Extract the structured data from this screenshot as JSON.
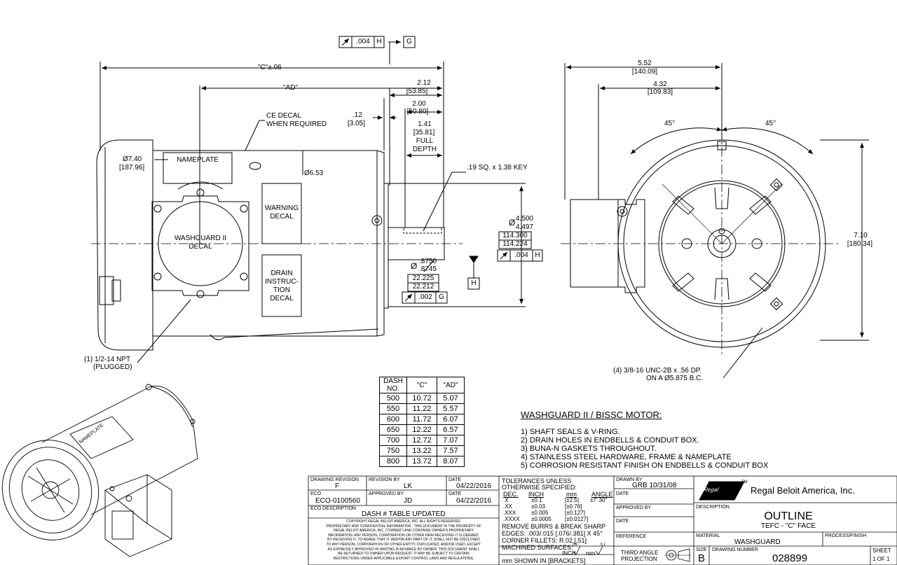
{
  "dims": {
    "c_overall": "\"C\"±.06",
    "ad": "\"AD\"",
    "d212": "2.12",
    "d212mm": "[53.85]",
    "d200": "2.00",
    "d200mm": "[50.80]",
    "d12": ".12",
    "d12mm": "[3.05]",
    "d141": "1.41",
    "d141mm": "[35.81]",
    "full": "FULL",
    "depth": "DEPTH",
    "dia740": "Ø7.40",
    "dia740mm": "[187.96]",
    "dia653": "Ø6.53",
    "key": ".19 SQ. x 1.38 KEY",
    "shaft_dia_sym": "Ø",
    "shaft_hi": ".8750",
    "shaft_lo": ".8745",
    "shaft_mm_hi": "22.225",
    "shaft_mm_lo": "22.212",
    "pilot_sym": "Ø",
    "pilot_hi": "4.500",
    "pilot_lo": "4.497",
    "pilot_mm_hi": "114.300",
    "pilot_mm_lo": "114.224",
    "d552": "5.52",
    "d552mm": "[140.09]",
    "d432": "4.32",
    "d432mm": "[109.83]",
    "a45l": "45°",
    "a45r": "45°",
    "d710": "7.10",
    "d710mm": "[180.34]"
  },
  "gdt": {
    "top_val": ".004",
    "top_ref": "H",
    "top_datum": "G",
    "mid_val": ".004",
    "mid_ref": "H",
    "low_val": ".002",
    "low_ref": "G",
    "datum_h": "H"
  },
  "labels": {
    "ce_decal_1": "CE DECAL",
    "ce_decal_2": "WHEN REQUIRED",
    "nameplate": "NAMEPLATE",
    "warning_1": "WARNING",
    "warning_2": "DECAL",
    "washguard_1": "WASHGUARD II",
    "washguard_2": "DECAL",
    "drain_1": "DRAIN",
    "drain_2": "INSTRUC-",
    "drain_3": "TION",
    "drain_4": "DECAL",
    "npt_1": "(1) 1/2-14 NPT",
    "npt_2": "(PLUGGED)",
    "holes_1": "(4) 3/8-16 UNC-2B x .56 DP.",
    "holes_2": "ON A Ø5.875 B.C.",
    "iso_nameplate": "NAMEPLATE"
  },
  "dash_table": {
    "headers": [
      "DASH NO.",
      "\"C\"",
      "\"AD\""
    ],
    "rows": [
      [
        "500",
        "10.72",
        "5.07"
      ],
      [
        "550",
        "11.22",
        "5.57"
      ],
      [
        "600",
        "11.72",
        "6.07"
      ],
      [
        "650",
        "12.22",
        "6.57"
      ],
      [
        "700",
        "12.72",
        "7.07"
      ],
      [
        "750",
        "13.22",
        "7.57"
      ],
      [
        "800",
        "13.72",
        "8.07"
      ]
    ]
  },
  "notes": {
    "title": "WASHGUARD II / BISSC MOTOR:",
    "items": [
      "1) SHAFT SEALS & V-RING.",
      "2) DRAIN HOLES IN ENDBELLS & CONDUIT BOX.",
      "3) BUNA-N GASKETS THROUGHOUT.",
      "4) STAINLESS STEEL HARDWARE, FRAME & NAMEPLATE",
      "5) CORROSION RESISTANT FINISH ON ENDBELLS & CONDUIT BOX"
    ]
  },
  "title_block": {
    "drawing_revision_label": "DRAWING REVISION",
    "drawing_revision": "F",
    "revision_by_label": "REVISION BY",
    "revision_by": "LK",
    "date_label": "DATE",
    "date1": "04/22/2016",
    "eco_label": "ECO",
    "eco": "ECO-0100560",
    "approved_by_label": "APPROVED BY",
    "approved_by": "JD",
    "date2": "04/22/2016",
    "eco_desc_label": "ECO DESCRIPTION",
    "eco_desc": "DASH # TABLE UPDATED",
    "legal": [
      "COPYRIGHT REGAL BELOIT AMERICA, INC. ALL RIGHTS RESERVED.",
      "PROPRIETARY AND CONFIDENTIAL INFORMATION - THIS DOCUMENT IS THE PROPERTY OF",
      "REGAL BELOIT AMERICA, INC. (\"OWNER\") AND CONTAINS OWNER'S PROPRIETARY",
      "INFORMATION. ANY PERSON, CORPORATION OR OTHER FIRM RECEIVING IT IS DEEMED,",
      "BY RECEIVING IT, TO AGREE THAT IT, AND/OR ANY PART OF IT, SHALL NOT BE DISCLOSED",
      "TO ANY PERSON, CORPORATION OR OTHER ENTITY, DUPLICATED, AND/OR USED, EXCEPT",
      "AS EXPRESSLY APPROVED IN WRITING IN ADVANCE BY OWNER. THIS DOCUMENT SHALL",
      "BE RETURNED TO OWNER UPON REQUEST. IT MAY BE SUBJECT TO CERTAIN",
      "RESTRICTIONS UNDER APPLICABLE EXPORT CONTROL LAWS AND REGULATIONS."
    ],
    "tol_1": "TOLERANCES UNLESS",
    "tol_2": "OTHERWISE SPECIFIED:",
    "tol_dec": "DEC.",
    "tol_inch": "INCH",
    "tol_mm": "mm",
    "tol_angle": "ANGLE",
    "tol_angle_val": "±7' 30\"",
    "tol_rows": [
      [
        ".X",
        "±0.1",
        "[±2.5]"
      ],
      [
        ".XX",
        "±0.03",
        "[±0.76]"
      ],
      [
        ".XXX",
        "±0.005",
        "[±0.127]"
      ],
      [
        ".XXXX",
        "±0.0005",
        "[±0.0127]"
      ]
    ],
    "burrs": "REMOVE BURRS & BREAK SHARP",
    "edges": "EDGES: .003/.015 [.076/.381] X 45°",
    "fillets": "CORNER FILLETS: R.02 [.51]",
    "machined": "MACHINED SURFACES:",
    "rough_inch_val": "250",
    "rough_inch": "INCH",
    "rough_mm_val": "6.1",
    "rough_mm": "mm",
    "mm_shown": "mm SHOWN IN [BRACKETS]",
    "drawn_by_label": "DRAWN BY",
    "drawn_by": "GRB 10/31/08",
    "date_label2": "DATE",
    "approved_by_label2": "APPROVED BY",
    "date_label3": "DATE",
    "reference_label": "REFERENCE",
    "third_angle_1": "THIRD ANGLE",
    "third_angle_2": "PROJECTION",
    "company": "Regal Beloit America, Inc.",
    "tm": "TM",
    "logo_text": "Regal",
    "description_label": "DESCRIPTION",
    "description_1": "OUTLINE",
    "description_2": "TEFC - \"C\" FACE",
    "material_label": "MATERIAL",
    "material": "WASHGUARD",
    "process_label": "PROCESS/FINISH",
    "size_label": "SIZE",
    "size": "B",
    "drawing_number_label": "DRAWING NUMBER",
    "drawing_number": "028899",
    "sheet_label": "SHEET",
    "sheet": "1 OF 1"
  }
}
